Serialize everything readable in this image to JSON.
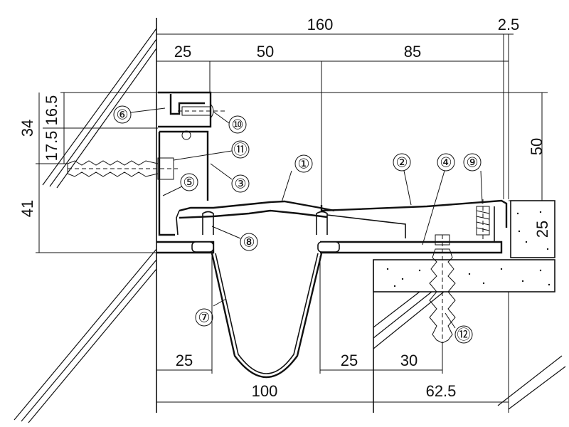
{
  "dimensions": {
    "top_total": "160",
    "top_gap": "2.5",
    "top_a": "25",
    "top_b": "50",
    "top_c": "85",
    "left_a": "16.5",
    "left_b": "34",
    "left_c": "17.5",
    "left_d": "41",
    "right_a": "50",
    "right_b": "25",
    "bottom_a": "25",
    "bottom_b": "25",
    "bottom_c": "30",
    "bottom_total": "100",
    "bottom_right": "62.5"
  },
  "callouts": [
    "①",
    "②",
    "③",
    "④",
    "⑤",
    "⑥",
    "⑦",
    "⑧",
    "⑨",
    "⑩",
    "⑪",
    "⑫"
  ]
}
